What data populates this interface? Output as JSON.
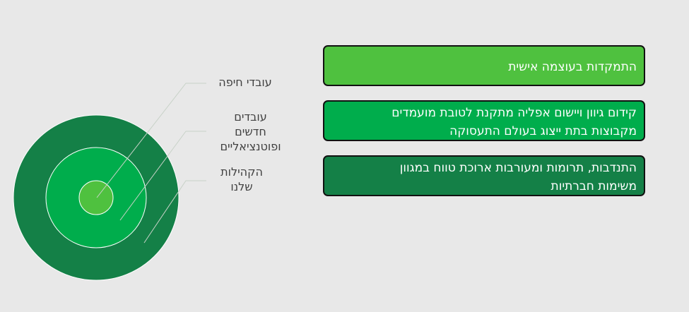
{
  "rings": [
    {
      "label": "עובדי חיפה",
      "color": "#4fc13f"
    },
    {
      "label": "עובדים\nחדשים\nופוטנציאליים",
      "color": "#00ad4c"
    },
    {
      "label": "הקהילות\nשלנו",
      "color": "#148047"
    }
  ],
  "boxes": [
    {
      "text": "התמקדות בעוצמה אישית",
      "color": "#4fc13f"
    },
    {
      "text": "קידום גיוון ויישום אפליה מתקנת לטובת מועמדים\nמקבוצות בתת ייצוג בעולם התעסוקה",
      "color": "#00ad4c"
    },
    {
      "text": "התנדבות, תרומות ומעורבות ארוכת טווח במגוון\nמשימות חברתיות",
      "color": "#148047"
    }
  ]
}
